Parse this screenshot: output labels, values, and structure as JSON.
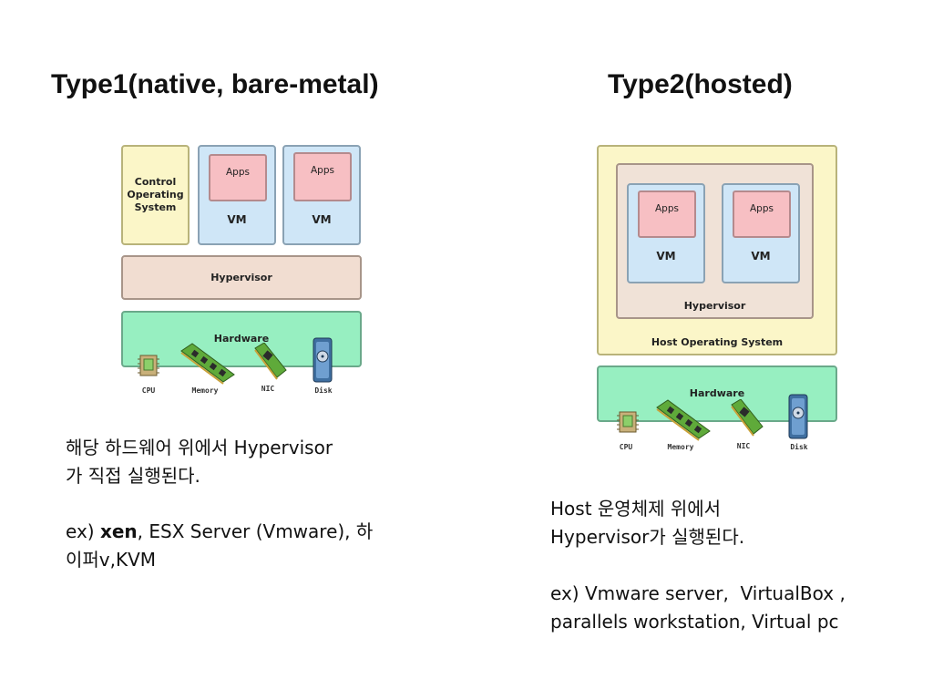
{
  "titles": {
    "type1": "Type1(native, bare-metal)",
    "type2": "Type2(hosted)"
  },
  "type1": {
    "control_os": "Control Operating System",
    "vms": [
      {
        "apps": "Apps",
        "vm": "VM"
      },
      {
        "apps": "Apps",
        "vm": "VM"
      }
    ],
    "hypervisor": "Hypervisor",
    "hardware": "Hardware",
    "components": [
      "CPU",
      "Memory",
      "NIC",
      "Disk"
    ],
    "desc_line1": "해당 하드웨어 위에서 Hypervisor",
    "desc_line2": "가 직접 실행된다.",
    "ex_prefix": "ex) ",
    "ex_bold": "xen",
    "ex_rest": ", ESX Server (Vmware), 하",
    "ex_line2": "이퍼v,KVM"
  },
  "type2": {
    "vms": [
      {
        "apps": "Apps",
        "vm": "VM"
      },
      {
        "apps": "Apps",
        "vm": "VM"
      }
    ],
    "hypervisor": "Hypervisor",
    "host_os": "Host Operating System",
    "hardware": "Hardware",
    "components": [
      "CPU",
      "Memory",
      "NIC",
      "Disk"
    ],
    "desc_line1": "Host 운영체제 위에서",
    "desc_line2": "Hypervisor가 실행된다.",
    "ex_line1": "ex) Vmware server,  VirtualBox ,",
    "ex_line2": "parallels workstation, Virtual pc"
  },
  "colors": {
    "yellow": "#fbf6c8",
    "vm_blue": "#cfe6f7",
    "apps_pink": "#f7bfc3",
    "hypervisor_peach": "#f1ddd1",
    "hardware_green": "#97efc1"
  }
}
